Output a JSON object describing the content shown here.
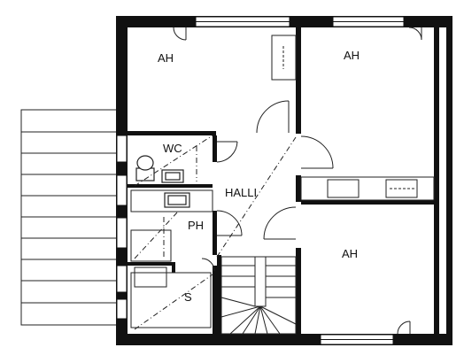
{
  "rooms": {
    "ah_top_left": "AH",
    "ah_top_right": "AH",
    "ah_bottom_right": "AH",
    "wc": "WC",
    "halli": "HALLI",
    "ph": "PH",
    "sauna": "S"
  },
  "colors": {
    "wall": "#111111",
    "background": "#ffffff",
    "line": "#222222"
  },
  "icons": [
    "door-swing-icon",
    "window-icon",
    "toilet-icon",
    "sink-icon",
    "staircase-icon",
    "wardrobe-icon",
    "terrace-decking"
  ]
}
